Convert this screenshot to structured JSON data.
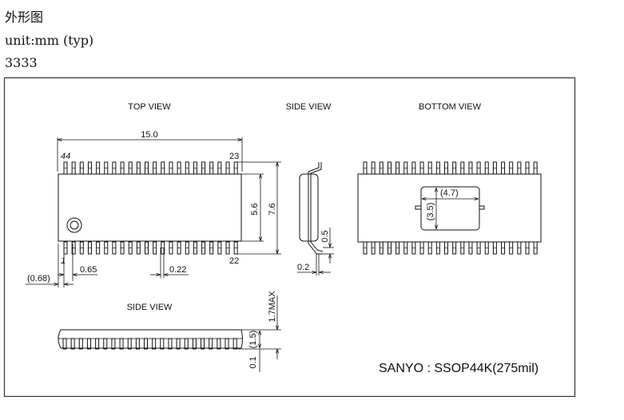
{
  "header": {
    "title": "外形图",
    "unit": "unit:mm (typ)",
    "code": "3333"
  },
  "drawing": {
    "top_view": {
      "label": "TOP VIEW",
      "length": "15.0",
      "pin_44": "44",
      "pin_23": "23",
      "pin_1": "1",
      "pin_22": "22",
      "body_width": "5.6",
      "total_width": "7.6",
      "offset": "(0.68)",
      "pitch": "0.65",
      "lead_width": "0.22"
    },
    "side_view_right": {
      "label": "SIDE VIEW",
      "foot_length": "0.5",
      "lead_thickness": "0.2"
    },
    "bottom_view": {
      "label": "BOTTOM VIEW",
      "pad_width": "(4.7)",
      "pad_height": "(3.5)"
    },
    "side_view_bottom": {
      "label": "SIDE VIEW",
      "max_height": "1.7MAX",
      "body_height": "(1.5)",
      "standoff": "0.1"
    },
    "package_name": "SANYO : SSOP44K(275mil)"
  }
}
